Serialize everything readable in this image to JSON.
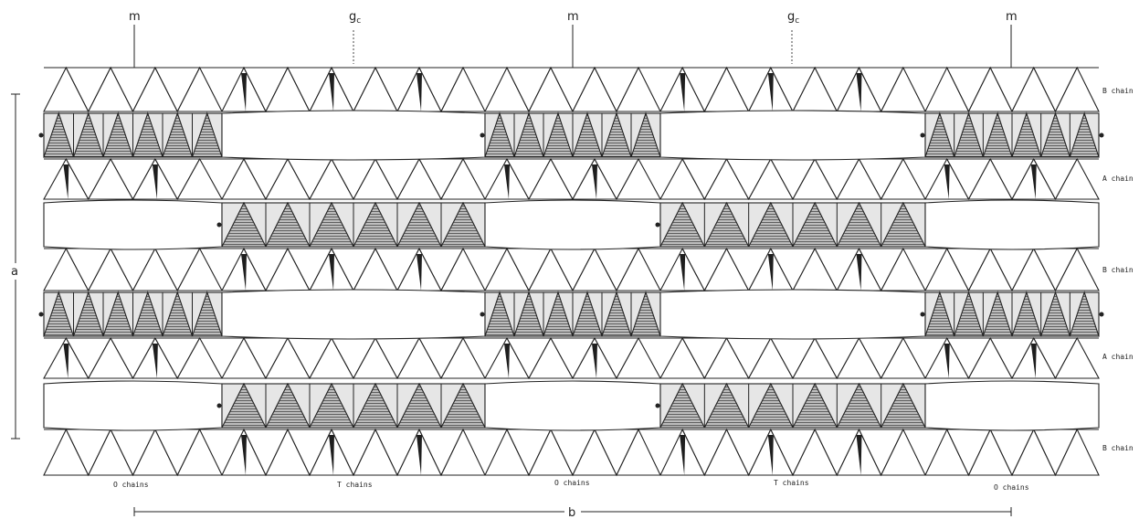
{
  "diagram": {
    "symmetry_labels": [
      {
        "text": "m"
      },
      {
        "text": "g",
        "sub": "c"
      },
      {
        "text": "m"
      },
      {
        "text": "g",
        "sub": "c"
      },
      {
        "text": "m"
      }
    ],
    "right_chain_labels": [
      "B chain",
      "A chain",
      "B chain",
      "A chain",
      "B chain"
    ],
    "bottom_chain_labels": [
      "O chains",
      "T chains",
      "O chains",
      "T chains",
      "O chains"
    ],
    "axes": {
      "vertical": "a",
      "horizontal": "b"
    }
  }
}
